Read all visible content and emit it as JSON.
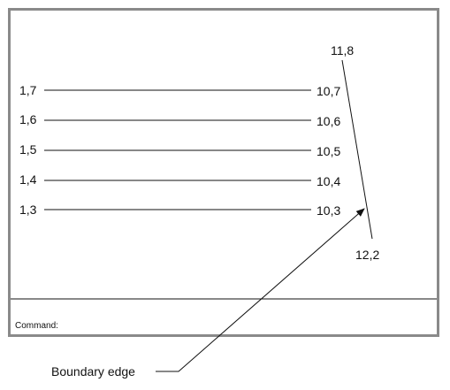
{
  "command_line": {
    "prompt": "Command:"
  },
  "lines": [
    {
      "start_label": "1,7",
      "end_label": "10,7"
    },
    {
      "start_label": "1,6",
      "end_label": "10,6"
    },
    {
      "start_label": "1,5",
      "end_label": "10,5"
    },
    {
      "start_label": "1,4",
      "end_label": "10,4"
    },
    {
      "start_label": "1,3",
      "end_label": "10,3"
    }
  ],
  "boundary_edge": {
    "top_label": "11,8",
    "bottom_label": "12,2",
    "callout": "Boundary edge"
  },
  "colors": {
    "frame": "#8a8a8a",
    "ink": "#111111"
  }
}
